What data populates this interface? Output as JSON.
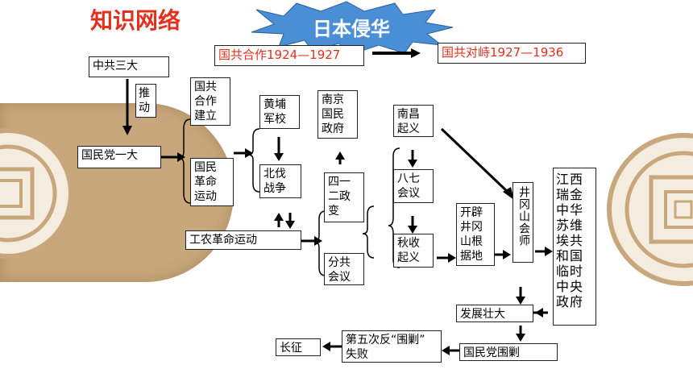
{
  "title": "知识网络",
  "banner": "日本侵华",
  "colors": {
    "title": "#e2301e",
    "banner_fill": "#4a8fd6",
    "band": "#c9a77c"
  },
  "nodes": {
    "zhonggong3": "中共三大",
    "tuidong": "推\n动",
    "gmd1": "国民党一大",
    "gongjian": "国共\n合作\n建立",
    "gmgm": "国民\n革命\n运动",
    "huangpu": "黄埔\n军校",
    "beifa": "北伐\n战争",
    "nanjing": "南京\n国民\n政府",
    "siyi": "四一\n二政\n变",
    "fengong": "分共\n会议",
    "nanchang": "南昌\n起义",
    "bachi": "八七\n会议",
    "qiushou": "秋收\n起义",
    "kaipi": "开辟\n井冈\n山根\n据地",
    "jinggang": "井冈山会师",
    "ruijin": "江西瑞金中华苏维埃共和国临时中央政府",
    "gongnong": "工农革命运动",
    "fazhan": "发展壮大",
    "weijiao": "国民党围剿",
    "diwuci": "第五次反“围剿”\n失败",
    "changzheng": "长征",
    "hezuo": "国共合作1924—1927",
    "duizhi": "国共对峙1927—1936"
  }
}
